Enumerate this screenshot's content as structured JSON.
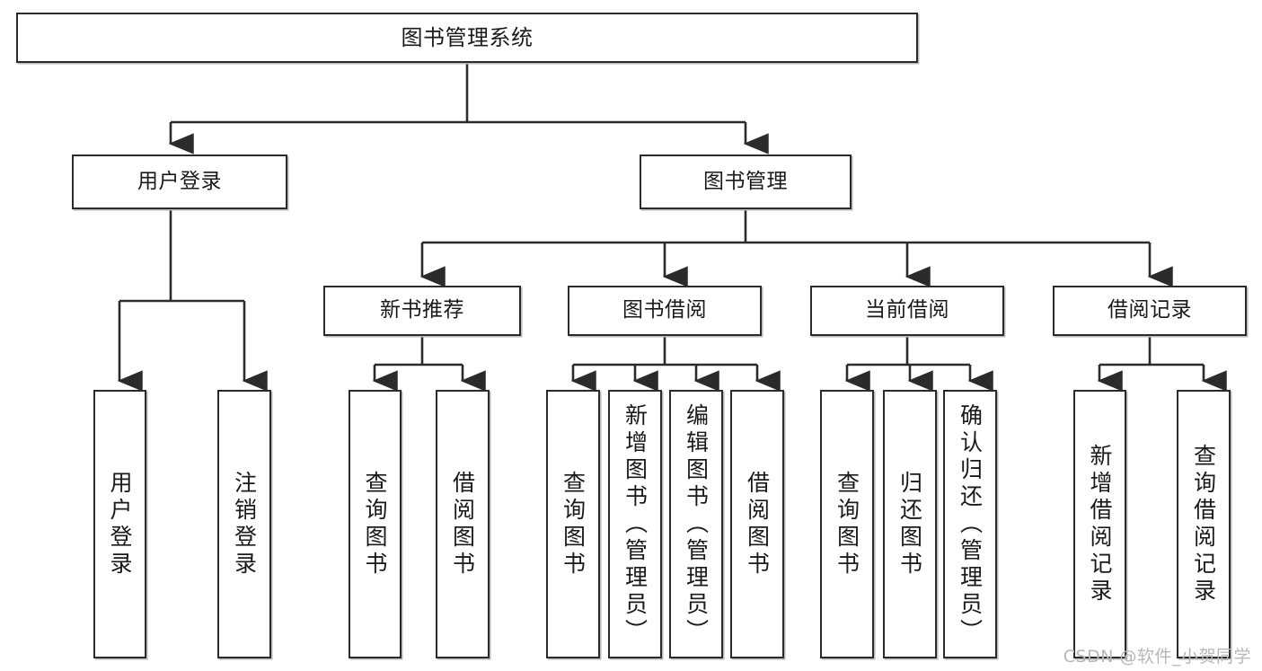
{
  "diagram": {
    "title": "图书管理系统",
    "type": "tree",
    "line_color": "#2b2b2b",
    "box_fill": "#ffffff",
    "text_color": "#1a1a1a",
    "watermark": "CSDN @软件_小贺同学"
  },
  "nodes": {
    "root": {
      "label": "图书管理系统"
    },
    "level2": [
      {
        "label": "用户登录"
      },
      {
        "label": "图书管理"
      }
    ],
    "level3": [
      {
        "label": "新书推荐"
      },
      {
        "label": "图书借阅"
      },
      {
        "label": "当前借阅"
      },
      {
        "label": "借阅记录"
      }
    ],
    "leaves_user_login": [
      {
        "label": "用户登录"
      },
      {
        "label": "注销登录"
      }
    ],
    "leaves_new_book": [
      {
        "label": "查询图书"
      },
      {
        "label": "借阅图书"
      }
    ],
    "leaves_borrow": [
      {
        "label": "查询图书"
      },
      {
        "label": "新增图书（管理员）"
      },
      {
        "label": "编辑图书（管理员）"
      },
      {
        "label": "借阅图书"
      }
    ],
    "leaves_current": [
      {
        "label": "查询图书"
      },
      {
        "label": "归还图书"
      },
      {
        "label": "确认归还（管理员）"
      }
    ],
    "leaves_record": [
      {
        "label": "新增借阅记录"
      },
      {
        "label": "查询借阅记录"
      }
    ]
  }
}
